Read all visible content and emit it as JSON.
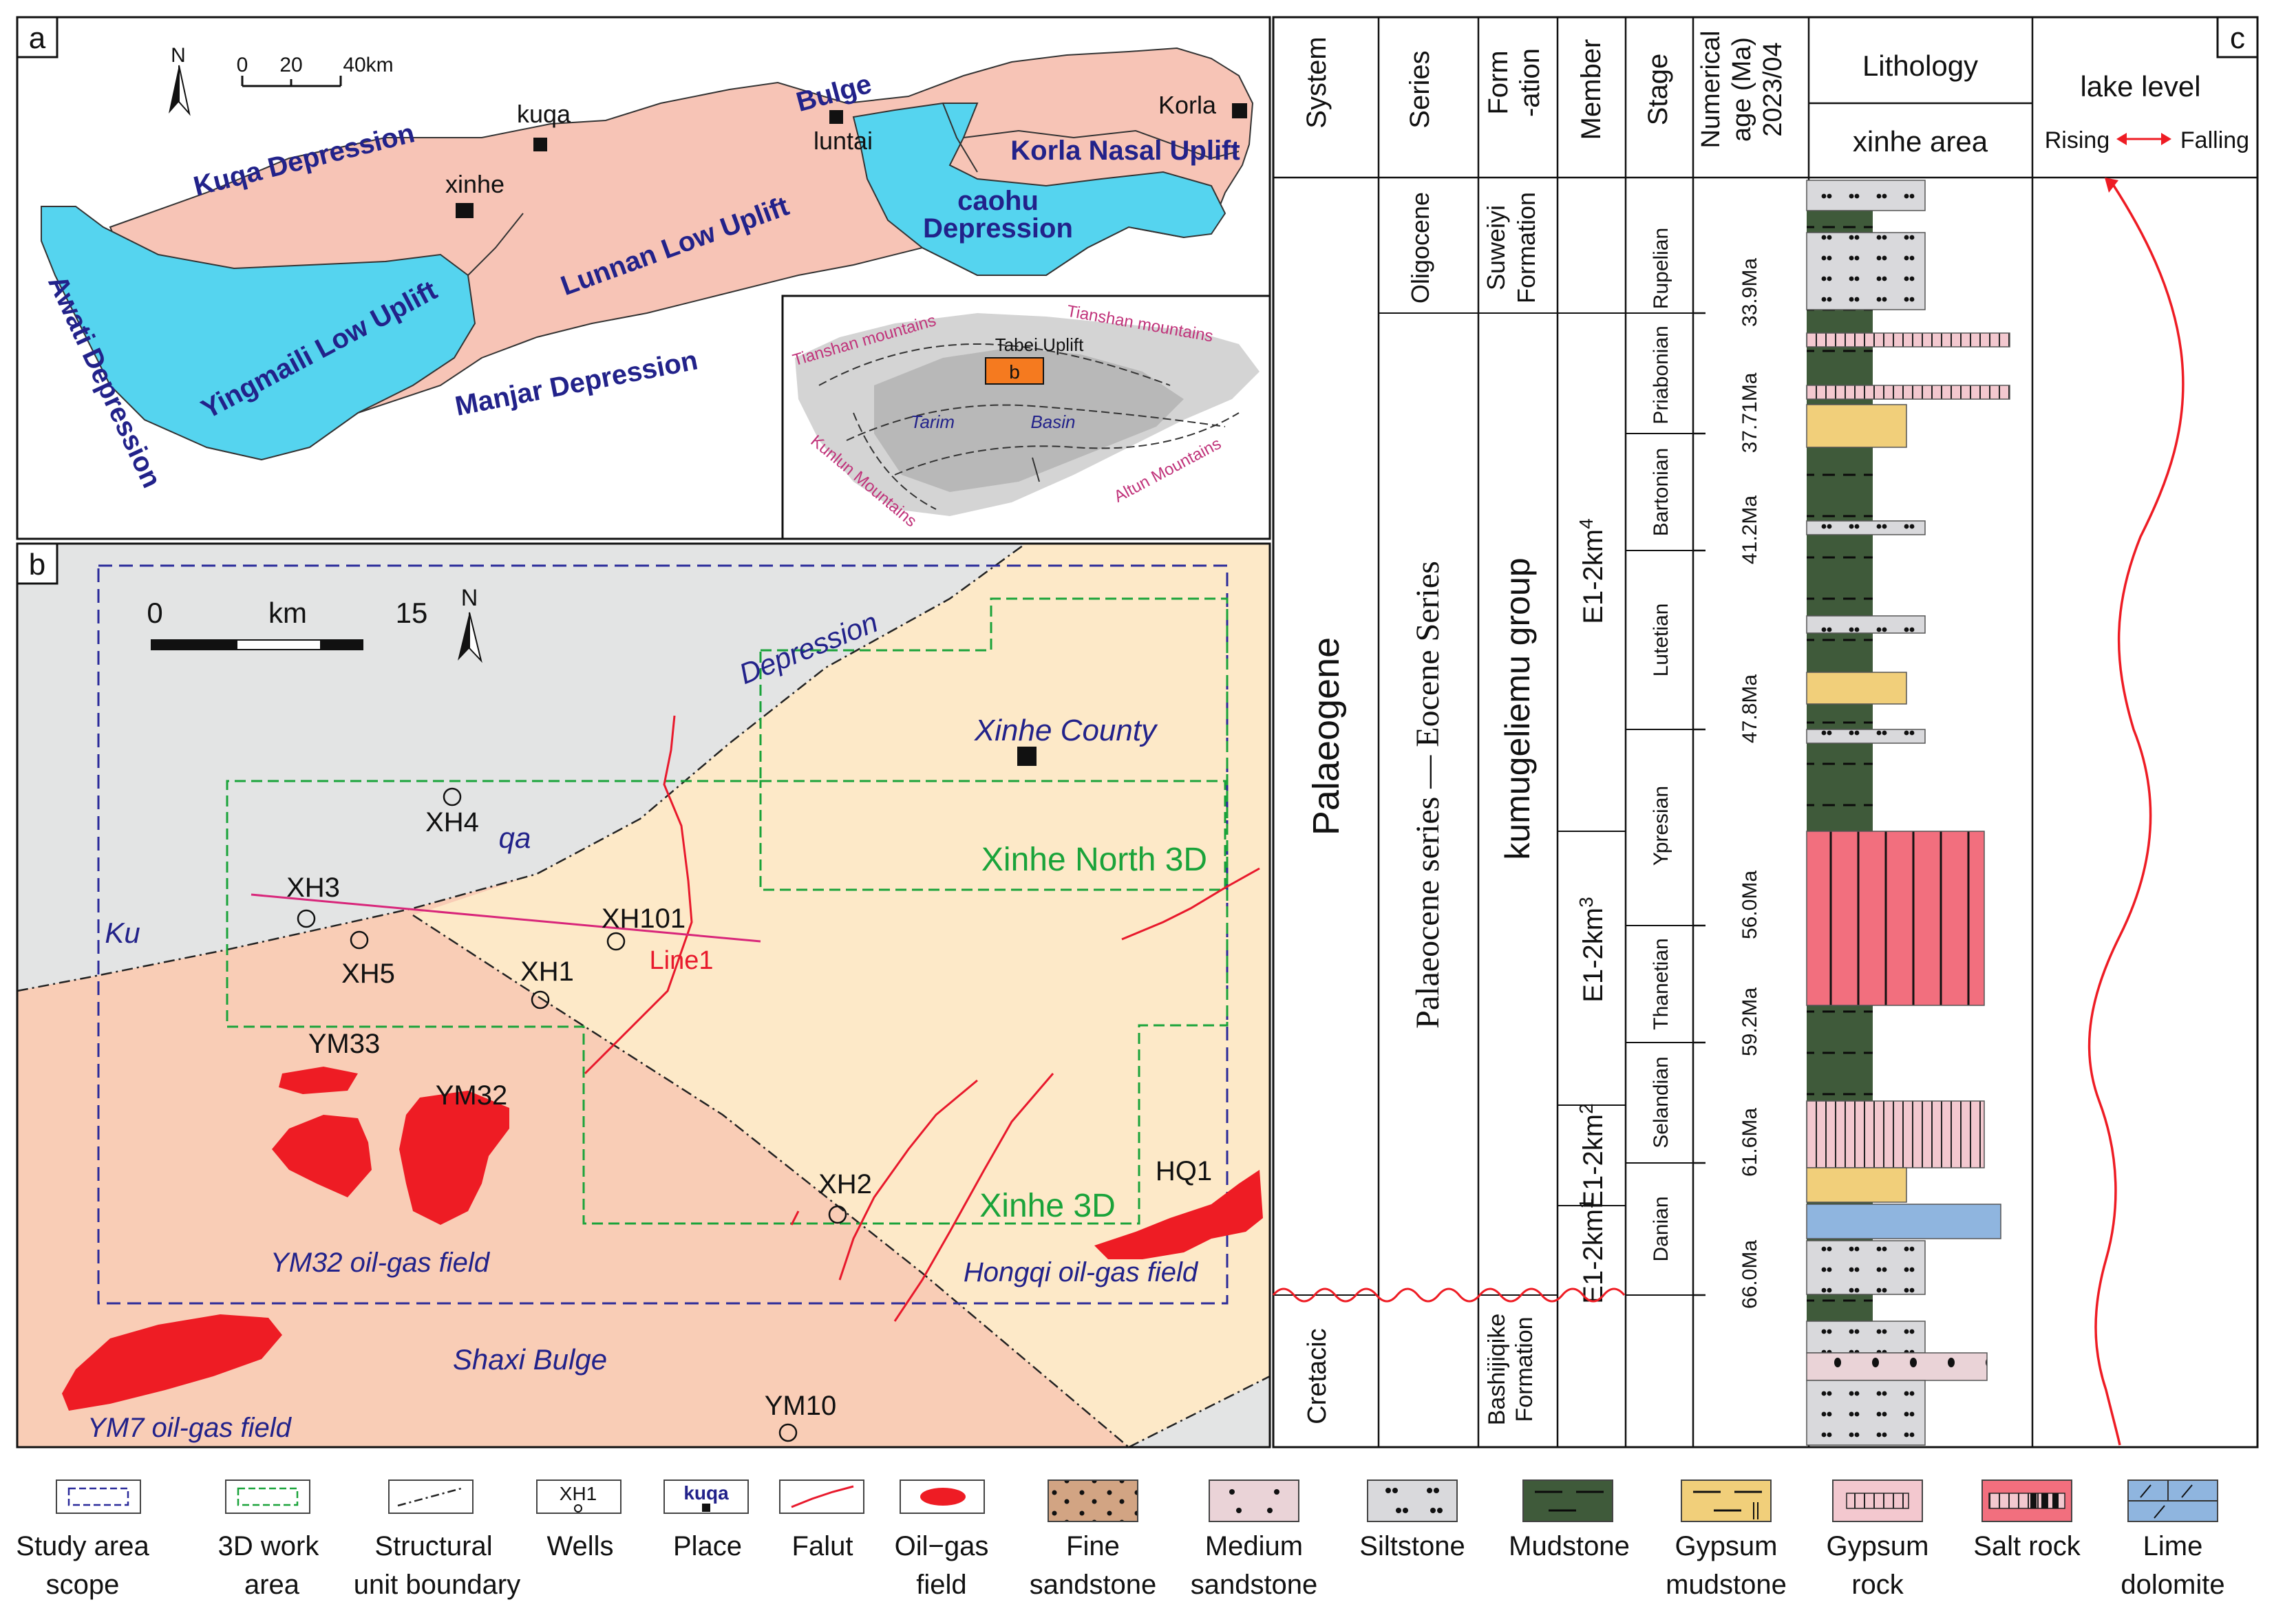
{
  "panel_a": {
    "label": "a",
    "north": "N",
    "scale_labels": [
      "0",
      "20",
      "40km"
    ],
    "depressions": [
      "Kuqa Depression",
      "Awati Depression",
      "caohu Depression",
      "Manjar Depression"
    ],
    "uplifts": [
      "Lunnan Low Uplift",
      "Yingmaili Low Uplift",
      "Korla Nasal Uplift",
      "Bulge"
    ],
    "places": [
      "kuqa",
      "xinhe",
      "luntai",
      "Korla"
    ],
    "inset": {
      "label": "b",
      "texts": [
        "Tianshan mountains",
        "Tianshan mountains",
        "Tabei Uplift",
        "Tarim",
        "Basin",
        "Kunlun Mountains",
        "Altun Mountains"
      ]
    }
  },
  "panel_b": {
    "label": "b",
    "scale_labels": [
      "0",
      "km",
      "15"
    ],
    "north": "N",
    "depression_text": "Depression",
    "kuqa_parts": [
      "Ku",
      "qa"
    ],
    "county": "Xinhe County",
    "surveys": [
      "Xinhe North 3D",
      "Xinhe 3D"
    ],
    "wells": [
      "XH4",
      "XH3",
      "XH5",
      "XH101",
      "XH1",
      "XH2",
      "YM10"
    ],
    "line": "Line1",
    "fields": [
      "YM33",
      "YM32",
      "HQ1",
      "YM32 oil-gas field",
      "Hongqi oil-gas field",
      "YM7 oil-gas field"
    ],
    "bulge": "Shaxi Bulge"
  },
  "panel_c": {
    "label": "c",
    "headers": [
      "System",
      "Series",
      "Form",
      "-ation",
      "Member",
      "Stage",
      "Numerical",
      "age (Ma)",
      "2023/04",
      "Lithology",
      "xinhe area",
      "lake level",
      "Rising",
      "Falling"
    ],
    "systems": [
      "Palaeogene",
      "Cretacic"
    ],
    "series": [
      "Oligocene",
      "Palaeocene series — Eocene Series"
    ],
    "formations": [
      "Suweiyi",
      "Formation",
      "kumugeliemu group",
      "Bashijiqike",
      "Formation"
    ],
    "members": [
      {
        "base": "E1-2km",
        "sup": "4"
      },
      {
        "base": "E1-2km",
        "sup": "3"
      },
      {
        "base": "E1-2km",
        "sup": "2"
      },
      {
        "base": "E1-2km",
        "sup": "1"
      }
    ],
    "stages": [
      "Rupelian",
      "Priabonian",
      "Bartonian",
      "Lutetian",
      "Ypresian",
      "Thanetian",
      "Selandian",
      "Danian"
    ],
    "ages": [
      "33.9Ma",
      "37.71Ma",
      "41.2Ma",
      "47.8Ma",
      "56.0Ma",
      "59.2Ma",
      "61.6Ma",
      "66.0Ma"
    ]
  },
  "legend": {
    "items": [
      {
        "label": "Study area scope",
        "lines": [
          "Study area",
          "scope"
        ]
      },
      {
        "label": "3D work area",
        "lines": [
          "3D work",
          "area"
        ]
      },
      {
        "label": "Structural unit boundary",
        "lines": [
          "Structural",
          "unit boundary"
        ]
      },
      {
        "label": "Wells",
        "sample": "XH1",
        "lines": [
          "Wells"
        ]
      },
      {
        "label": "Place",
        "sample": "kuqa",
        "lines": [
          "Place"
        ]
      },
      {
        "label": "Falut",
        "lines": [
          "Falut"
        ]
      },
      {
        "label": "Oil-gas field",
        "lines": [
          "Oil−gas",
          "field"
        ]
      },
      {
        "label": "Fine sandstone",
        "lines": [
          "Fine",
          "sandstone"
        ]
      },
      {
        "label": "Medium sandstone",
        "lines": [
          "Medium",
          "sandstone"
        ]
      },
      {
        "label": "Siltstone",
        "lines": [
          "Siltstone"
        ]
      },
      {
        "label": "Mudstone",
        "lines": [
          "Mudstone"
        ]
      },
      {
        "label": "Gypsum mudstone",
        "lines": [
          "Gypsum",
          "mudstone"
        ]
      },
      {
        "label": "Gypsum rock",
        "lines": [
          "Gypsum",
          "rock"
        ]
      },
      {
        "label": "Salt rock",
        "lines": [
          "Salt rock"
        ]
      },
      {
        "label": "Lime dolomite",
        "lines": [
          "Lime",
          "dolomite"
        ]
      }
    ]
  },
  "colors": {
    "uplift": "#f7c4b6",
    "depression": "#55d4ef",
    "grey_zone": "#e3e4e4",
    "cream_zone": "#fde9c8",
    "salmon_zone": "#f9cdb6",
    "oil": "#ee1c24",
    "fault": "#e8192c",
    "mudstone": "#3f5a3a",
    "salt": "#f26f7e",
    "gypsum": "#f3c8cf",
    "gypsum_mud": "#f1cf7a",
    "dolomite": "#8fb5df",
    "siltstone": "#d9d9dc",
    "medium": "#ead3d7",
    "fine": "#d2a483"
  }
}
